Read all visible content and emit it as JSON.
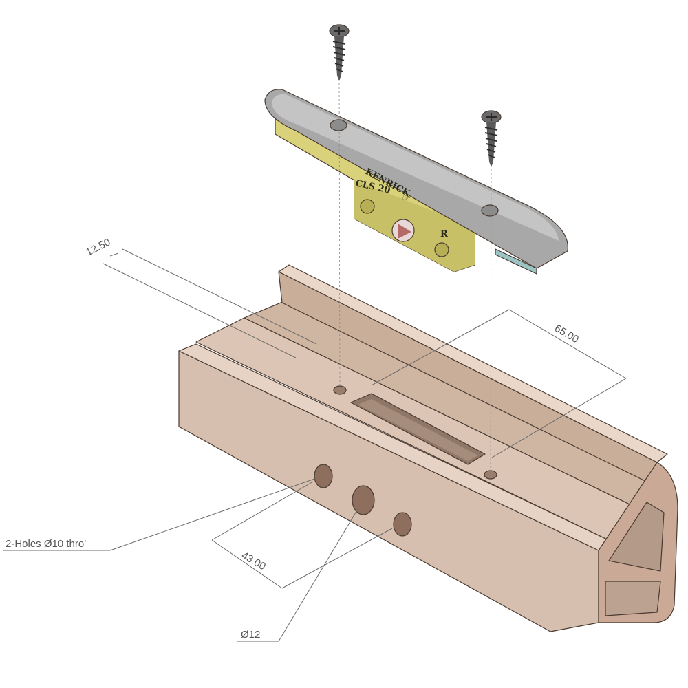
{
  "dimensions": {
    "edge_offset": "12.50",
    "screw_spacing": "65.00",
    "hole_spacing": "43.00",
    "small_holes": "2-Holes  Ø10 thro'",
    "large_hole": "Ø12"
  },
  "keeper_markings": {
    "brand": "KENRICK",
    "model": "CLS 20",
    "hand": "R"
  },
  "colors": {
    "profile_face": "#d6bfae",
    "profile_top": "#e3cfc0",
    "profile_shadow": "#b49a88",
    "keeper_cover": "#a8a8a8",
    "keeper_body": "#d9d27a",
    "triangle": "#b56a6a",
    "screw": "#5a5a5a"
  }
}
